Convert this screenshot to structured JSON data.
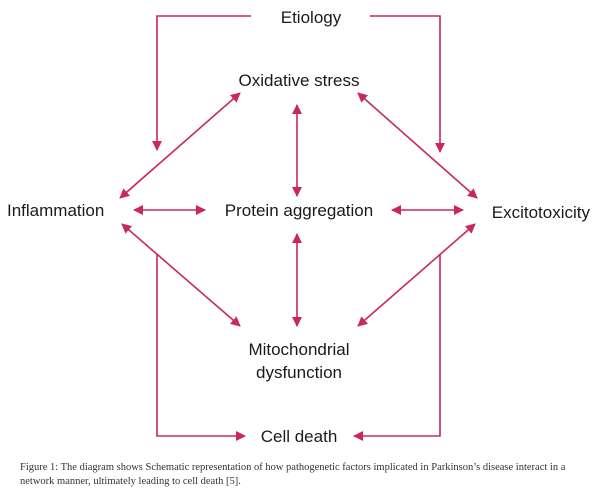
{
  "nodes": {
    "etiology": "Etiology",
    "oxidative_stress": "Oxidative stress",
    "inflammation": "Inflammation",
    "protein_aggregation": "Protein aggregation",
    "excitotoxicity": "Excitotoxicity",
    "mitochondrial_line1": "Mitochondrial",
    "mitochondrial_line2": "dysfunction",
    "cell_death": "Cell death"
  },
  "caption": "Figure 1: The diagram shows Schematic representation of how pathogenetic factors implicated in Parkinson’s disease interact in a network manner, ultimately leading to cell death [5].",
  "colors": {
    "arrow": "#c8285a",
    "text": "#1a1a1a"
  }
}
